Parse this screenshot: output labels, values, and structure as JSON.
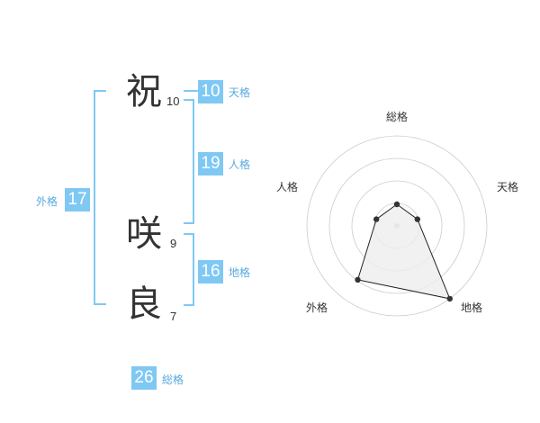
{
  "kanji": [
    {
      "char": "祝",
      "strokes": "10"
    },
    {
      "char": "咲",
      "strokes": "9"
    },
    {
      "char": "良",
      "strokes": "7"
    }
  ],
  "grades": {
    "tenkaku": {
      "value": "10",
      "label": "天格"
    },
    "jinkaku": {
      "value": "19",
      "label": "人格"
    },
    "chikaku": {
      "value": "16",
      "label": "地格"
    },
    "gaikaku": {
      "value": "17",
      "label": "外格"
    },
    "soukaku": {
      "value": "26",
      "label": "総格"
    }
  },
  "colors": {
    "accent": "#7fc8f4",
    "label_text": "#5aa9df",
    "kanji_text": "#333333",
    "radar_grid": "#cccccc",
    "radar_fill": "#eeeeee"
  },
  "chart_data": {
    "type": "radar",
    "axes": [
      "総格",
      "天格",
      "地格",
      "外格",
      "人格"
    ],
    "values": [
      0.24,
      0.24,
      1.0,
      0.74,
      0.24
    ],
    "rings": 4,
    "range": [
      0,
      1
    ]
  }
}
